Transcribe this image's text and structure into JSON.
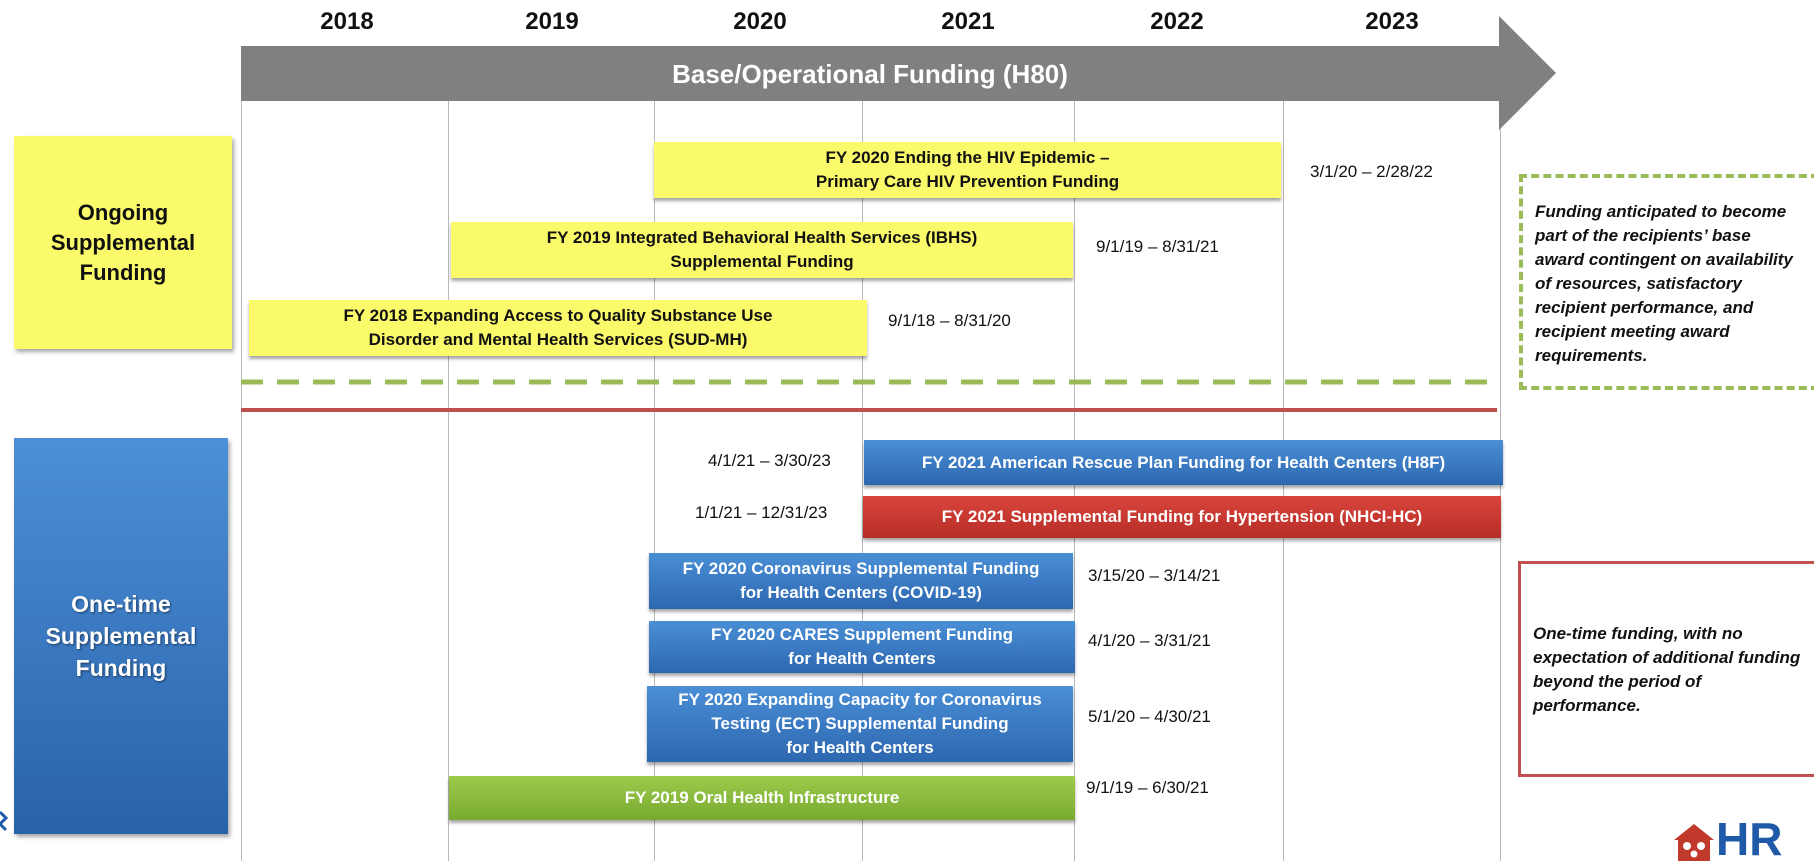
{
  "years": [
    "2018",
    "2019",
    "2020",
    "2021",
    "2022",
    "2023"
  ],
  "header_arrow": {
    "label": "Base/Operational Funding (H80)"
  },
  "categories": {
    "ongoing": {
      "lines": [
        "Ongoing",
        "Supplemental",
        "Funding"
      ]
    },
    "onetime": {
      "lines": [
        "One-time",
        "Supplemental",
        "Funding"
      ]
    }
  },
  "ongoing_bars": [
    {
      "lines": [
        "FY 2020 Ending the HIV Epidemic –",
        "Primary Care HIV Prevention Funding"
      ],
      "dates": "3/1/20 – 2/28/22"
    },
    {
      "lines": [
        "FY 2019 Integrated Behavioral Health Services (IBHS)",
        "Supplemental Funding"
      ],
      "dates": "9/1/19 – 8/31/21"
    },
    {
      "lines": [
        "FY 2018 Expanding Access to Quality Substance Use",
        "Disorder and Mental Health Services (SUD-MH)"
      ],
      "dates": "9/1/18 – 8/31/20"
    }
  ],
  "onetime_bars": [
    {
      "lines": [
        "FY 2021 American Rescue Plan Funding for Health Centers (H8F)"
      ],
      "dates": "4/1/21 – 3/30/23"
    },
    {
      "lines": [
        "FY 2021 Supplemental Funding for Hypertension (NHCI-HC)"
      ],
      "dates": "1/1/21 – 12/31/23"
    },
    {
      "lines": [
        "FY 2020 Coronavirus Supplemental Funding",
        "for Health Centers (COVID-19)"
      ],
      "dates": "3/15/20 – 3/14/21"
    },
    {
      "lines": [
        "FY 2020 CARES Supplement Funding",
        "for Health Centers"
      ],
      "dates": "4/1/20 – 3/31/21"
    },
    {
      "lines": [
        "FY 2020 Expanding Capacity for Coronavirus",
        "Testing (ECT) Supplemental Funding",
        "for Health Centers"
      ],
      "dates": "5/1/20 – 4/30/21"
    },
    {
      "lines": [
        "FY 2019 Oral Health Infrastructure"
      ],
      "dates": "9/1/19 – 6/30/21"
    }
  ],
  "notes": {
    "ongoing": [
      "Funding anticipated to become",
      "part of the recipients’ base",
      "award contingent on availability",
      "of resources, satisfactory",
      "recipient performance, and",
      "recipient meeting award",
      "requirements."
    ],
    "onetime": [
      "One-time funding, with no",
      "expectation of additional funding",
      "beyond the period of",
      "performance."
    ]
  },
  "logo": {
    "text": "HR"
  },
  "colors": {
    "arrow": "#808080",
    "ongoing": "#fafa6a",
    "onetime_blue": "#3a7cc8",
    "hypertension_red": "#c83a33",
    "oral_health_green": "#8bbd3e",
    "dashed_divider": "#9bbb59",
    "red_divider": "#c0504d"
  }
}
